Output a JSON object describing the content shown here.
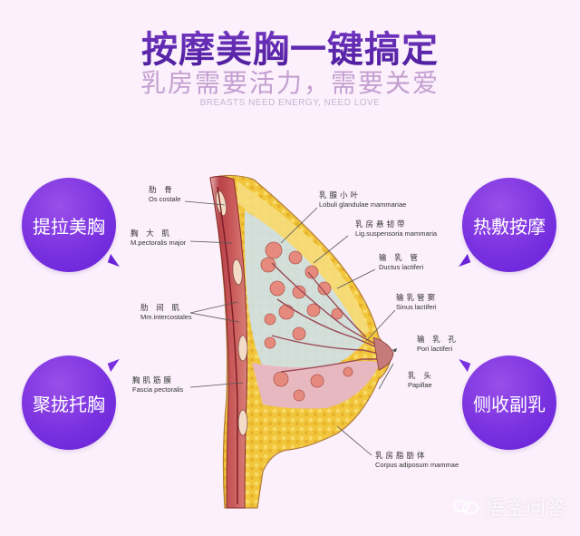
{
  "header": {
    "title": "按摩美胸一键搞定",
    "subtitle": "乳房需要活力，需要关爱",
    "tagline": "BREASTS NEED ENERGY, NEED LOVE"
  },
  "bubbles": [
    {
      "label": "提拉美胸",
      "position": "left-top"
    },
    {
      "label": "聚拢托胸",
      "position": "left-bottom"
    },
    {
      "label": "热敷按摩",
      "position": "right-top"
    },
    {
      "label": "侧收副乳",
      "position": "right-bottom"
    }
  ],
  "diagram": {
    "left_labels": [
      {
        "zh": "肋  骨",
        "la": "Os costale"
      },
      {
        "zh": "胸 大 肌",
        "la": "M.pectoralis major"
      },
      {
        "zh": "肋 间 肌",
        "la": "Mm.intercostales"
      },
      {
        "zh": "胸肌筋膜",
        "la": "Fascia pectoralis"
      }
    ],
    "right_labels": [
      {
        "zh": "乳腺小叶",
        "la": "Lobuli glandulae mammariae"
      },
      {
        "zh": "乳房悬韧带",
        "la": "Lig.suspensoria mammaria"
      },
      {
        "zh": "输 乳 管",
        "la": "Ductus lactiferi"
      },
      {
        "zh": "输乳管窦",
        "la": "Sinus lactiferi"
      },
      {
        "zh": "输 乳 孔",
        "la": "Pori lactiferi"
      },
      {
        "zh": "乳    头",
        "la": "Papillae"
      },
      {
        "zh": "乳房脂肪体",
        "la": "Corpus adiposum mammae"
      }
    ]
  },
  "watermark": {
    "icon": "speech-bubbles-icon",
    "text": "悟空问答"
  },
  "colors": {
    "background": "#fbf0fb",
    "headline": "#5a1fb0",
    "subtitle": "#c3a0d0",
    "bubble": "#7a32e0",
    "muscle": "#b8434a",
    "fat": "#f0c43a",
    "gland": "#e89a8a"
  }
}
